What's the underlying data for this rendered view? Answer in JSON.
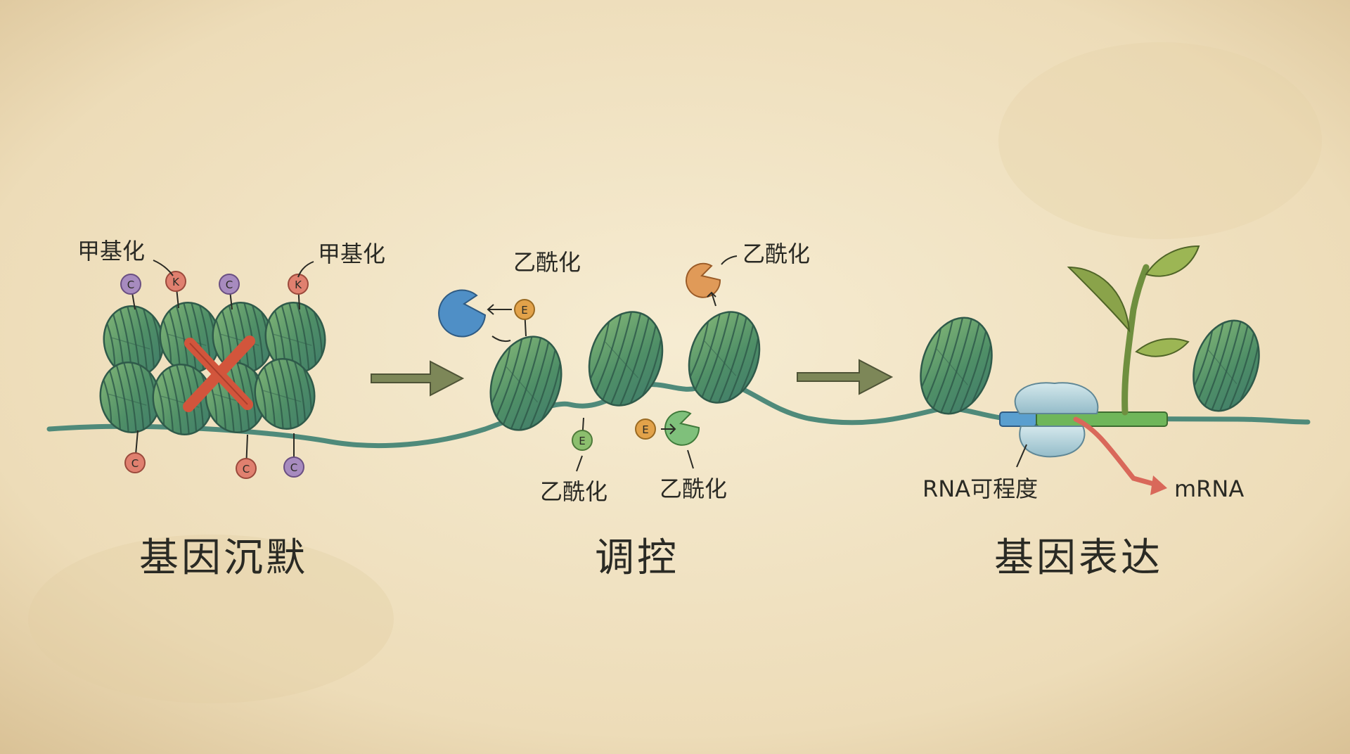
{
  "labels": {
    "methylation_left": "甲基化",
    "methylation_right": "甲基化",
    "acetylation_top_left": "乙酰化",
    "acetylation_top_right": "乙酰化",
    "acetylation_bottom_left": "乙酰化",
    "acetylation_bottom_right": "乙酰化",
    "rna_polymerase": "RNA可程度",
    "mrna": "mRNA"
  },
  "sections": {
    "silencing": "基因沉默",
    "regulation": "调控",
    "expression": "基因表达"
  },
  "tags": {
    "c": "C",
    "k": "K",
    "e": "E"
  },
  "colors": {
    "background": "#efe2c3",
    "nucleosome": "#5f9a63",
    "dna": "#4f8a7a",
    "arrow": "#7d8758",
    "cross": "#d2553c",
    "mrna_arrow": "#d9685a",
    "tag_c": "#a78bbf",
    "tag_k": "#e0806f",
    "tag_e_orange": "#e2a24a",
    "tag_e_green": "#8cbf6e",
    "enzyme_blue": "#4f8fc6",
    "enzyme_orange": "#e09a58",
    "enzyme_green": "#7fc07b",
    "polymerase": "#b5d3dc",
    "plant": "#6f8f3f"
  }
}
